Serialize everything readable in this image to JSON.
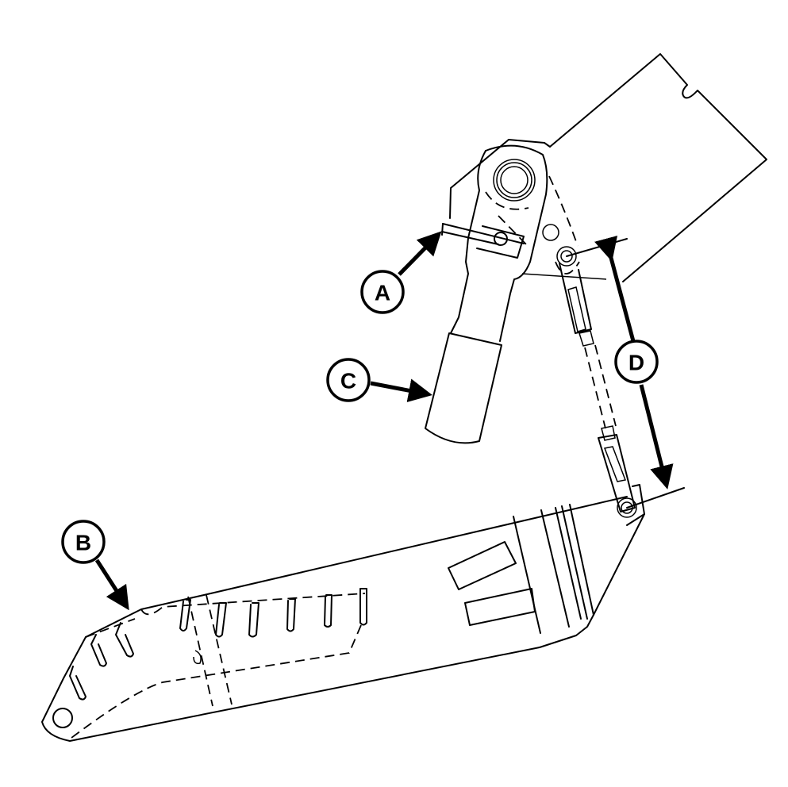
{
  "diagram": {
    "type": "technical line drawing",
    "subject": "pedal / lever linkage assembly",
    "callouts": [
      {
        "id": "A",
        "label": "A",
        "target": "adjustment clip on lever arm"
      },
      {
        "id": "B",
        "label": "B",
        "target": "pedal arm upper edge"
      },
      {
        "id": "C",
        "label": "C",
        "target": "lever handle grip"
      },
      {
        "id": "D",
        "label": "D",
        "target": "linkage length dimension between pivot pins"
      }
    ],
    "colors": {
      "line": "#000000",
      "background": "#ffffff"
    }
  }
}
